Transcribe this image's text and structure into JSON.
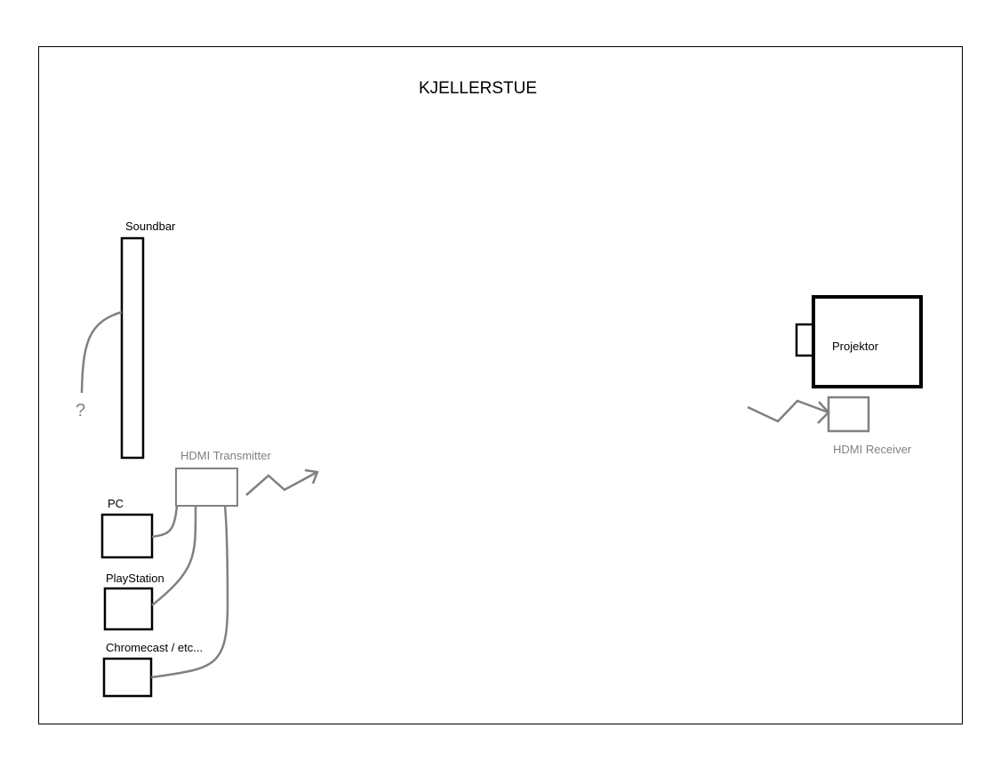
{
  "title": "KJELLERSTUE",
  "colors": {
    "device_stroke": "#000000",
    "hdmi_stroke": "#808080",
    "background": "#ffffff"
  },
  "devices": {
    "soundbar": "Soundbar",
    "soundbar_unknown_source": "?",
    "hdmi_transmitter": "HDMI Transmitter",
    "pc": "PC",
    "playstation": "PlayStation",
    "chromecast": "Chromecast / etc...",
    "projector": "Projektor",
    "hdmi_receiver": "HDMI Receiver"
  },
  "icons": {
    "wireless_out": "zigzag-arrow-icon",
    "wireless_in": "zigzag-arrow-icon"
  }
}
